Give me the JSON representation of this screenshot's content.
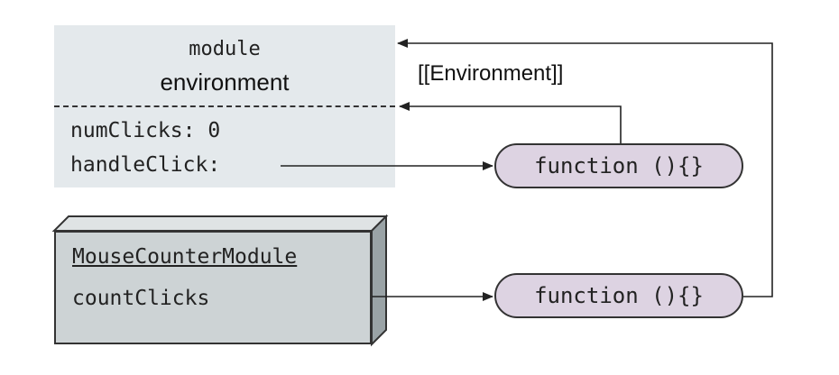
{
  "module_environment": {
    "title_line1": "module",
    "title_line2": "environment",
    "variables": [
      "numClicks: 0",
      "handleClick:"
    ]
  },
  "environment_link_label": "[[Environment]]",
  "functions": [
    {
      "label": "function (){}"
    },
    {
      "label": "function (){}"
    }
  ],
  "module_object": {
    "name": "MouseCounterModule",
    "property": "countClicks"
  },
  "colors": {
    "environment_fill": "#e4e9ec",
    "function_fill": "#ddd3e2",
    "module_front_fill": "#cdd3d5",
    "module_side_fill": "#9aa3a6",
    "line": "#222222"
  }
}
